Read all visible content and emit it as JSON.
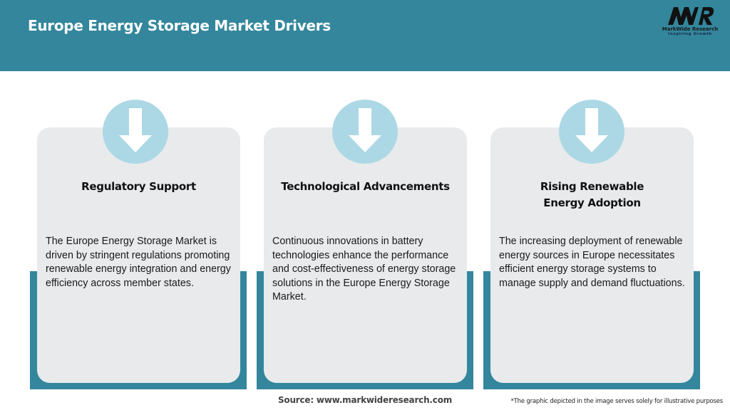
{
  "header": {
    "title": "Europe Energy Storage Market Drivers",
    "background_color": "#33869c"
  },
  "logo": {
    "mark": "MWR",
    "name": "MarkWide Research",
    "tagline": "Inspiring Growth"
  },
  "cards": [
    {
      "icon": "arrow-down-icon",
      "title": "Regulatory Support",
      "body": "The Europe Energy Storage Market is driven by stringent regulations promoting renewable energy integration and energy efficiency across member states."
    },
    {
      "icon": "arrow-down-icon",
      "title": "Technological Advancements",
      "body": "Continuous innovations in battery technologies enhance the performance and cost-effectiveness of energy storage solutions in the Europe Energy Storage Market."
    },
    {
      "icon": "arrow-down-icon",
      "title": "Rising Renewable Energy Adoption",
      "body": "The increasing deployment of renewable energy sources in Europe necessitates efficient energy storage systems to manage supply and demand fluctuations."
    }
  ],
  "colors": {
    "accent": "#33869c",
    "card_bg": "#e8eaec",
    "icon_circle": "#acd8e5"
  },
  "footer": {
    "source": "Source: www.markwideresearch.com",
    "disclaimer": "*The graphic depicted in the image serves solely for illustrative purposes"
  }
}
